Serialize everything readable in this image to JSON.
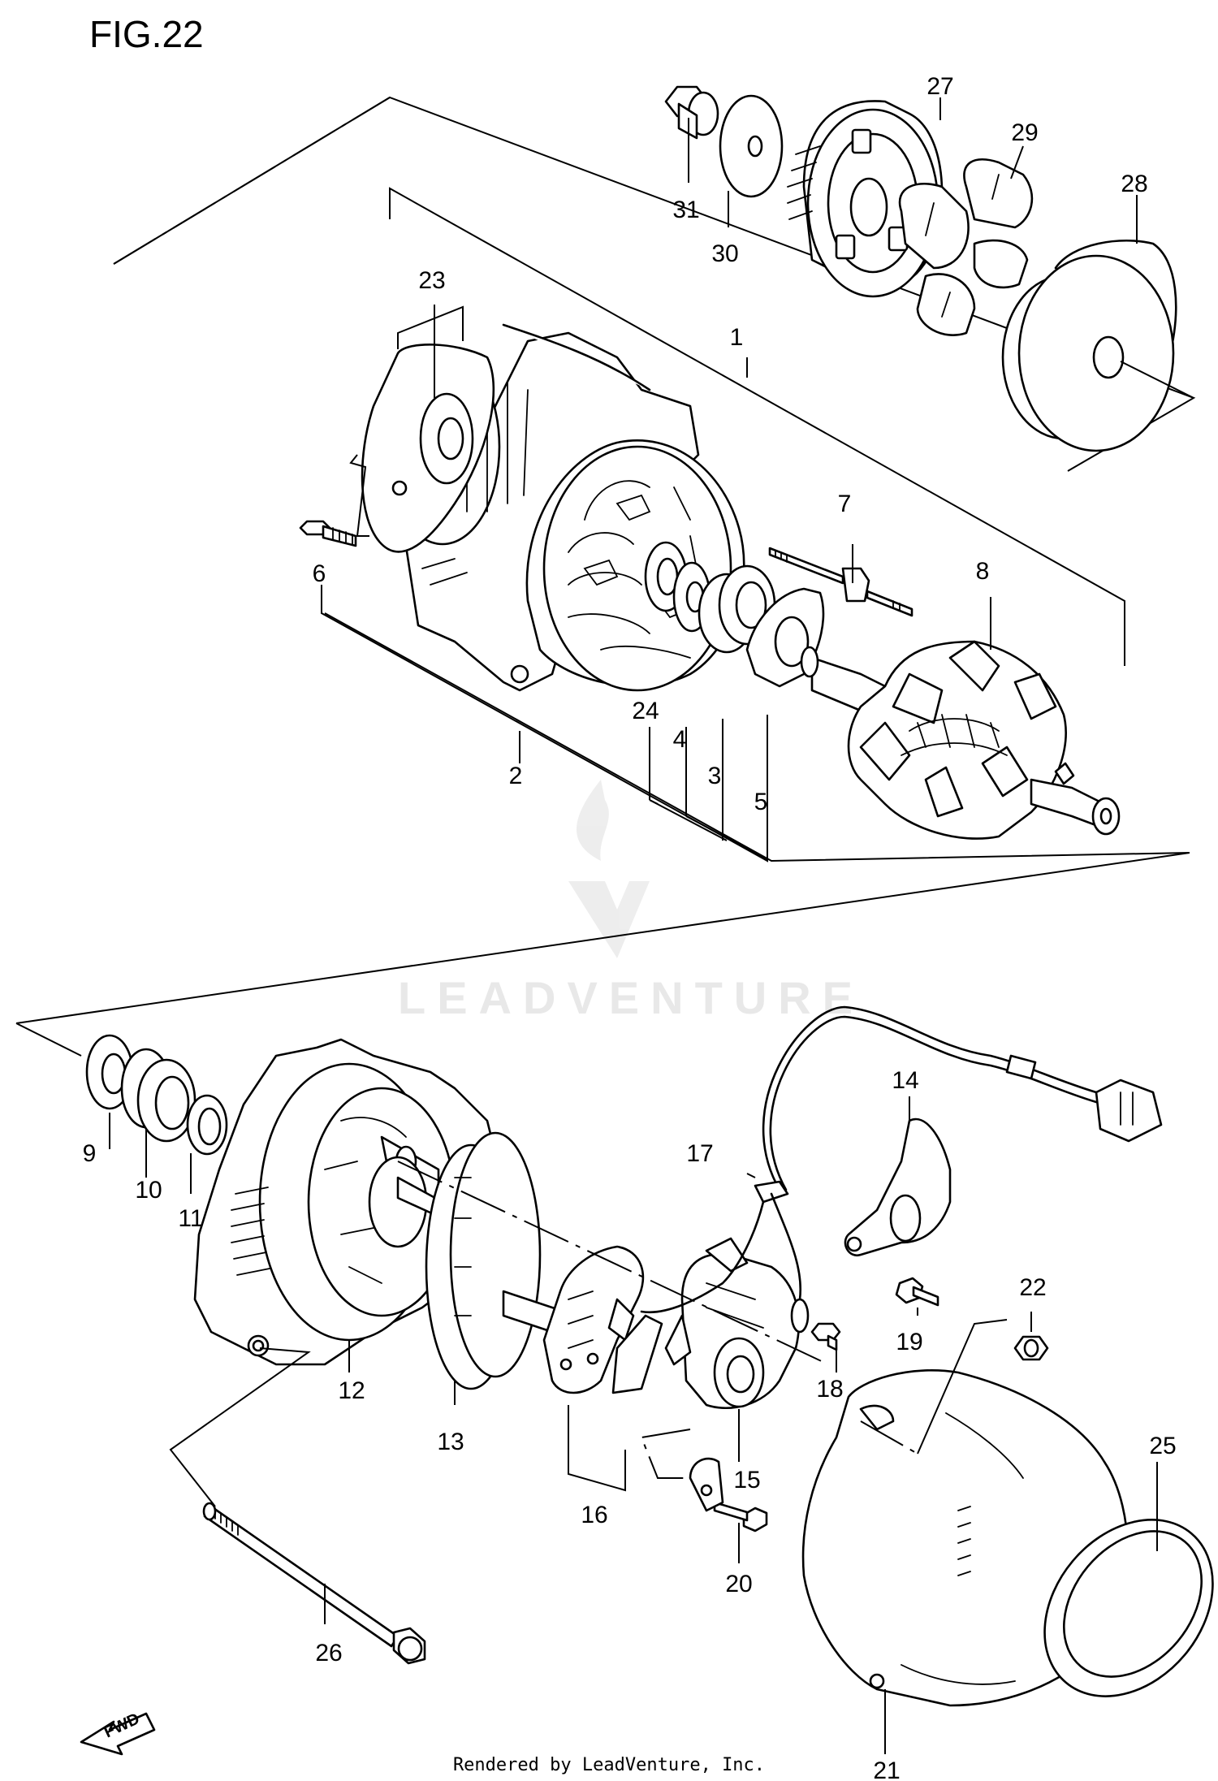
{
  "figure": {
    "title": "FIG.22"
  },
  "watermark": {
    "text": "LEADVENTURE"
  },
  "footer": {
    "credit": "Rendered by LeadVenture, Inc."
  },
  "fwd": {
    "label": "FWD"
  },
  "callouts": {
    "p1": "1",
    "p2": "2",
    "p3": "3",
    "p4": "4",
    "p5": "5",
    "p6": "6",
    "p7": "7",
    "p8": "8",
    "p9": "9",
    "p10": "10",
    "p11": "11",
    "p12": "12",
    "p13": "13",
    "p14": "14",
    "p15": "15",
    "p16": "16",
    "p17": "17",
    "p18": "18",
    "p19": "19",
    "p20": "20",
    "p21": "21",
    "p22": "22",
    "p23": "23",
    "p24": "24",
    "p25": "25",
    "p26": "26",
    "p27": "27",
    "p28": "28",
    "p29": "29",
    "p30": "30",
    "p31": "31"
  }
}
